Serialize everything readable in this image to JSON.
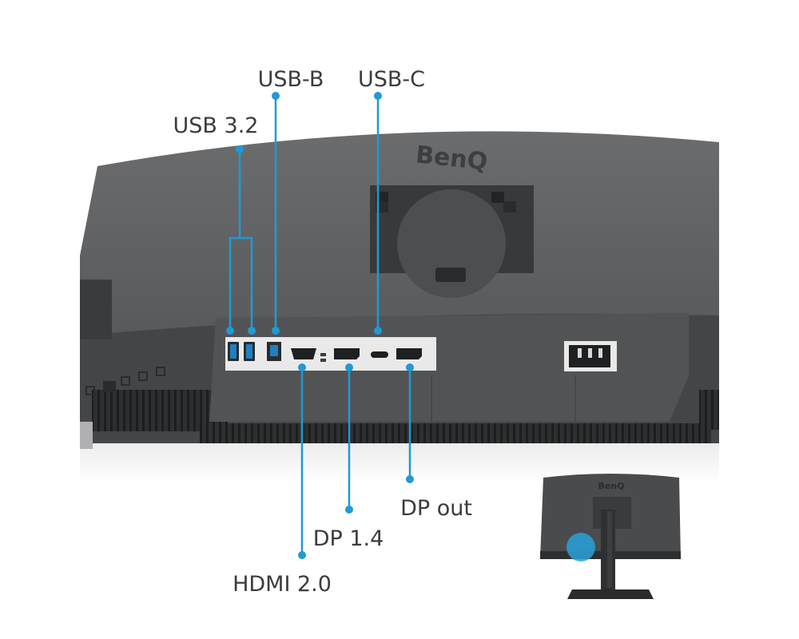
{
  "brand": {
    "logo_text": "BenQ"
  },
  "colors": {
    "callout": "#1f9ad6",
    "label": "#3c3c3c",
    "body": "#5a5b5d",
    "body_dark": "#38393b",
    "panel": "#e9e9e9",
    "highlight_circle": "#2aa0dc"
  },
  "callouts": {
    "usb_b": "USB-B",
    "usb_c": "USB-C",
    "usb_32": "USB 3.2",
    "dp_out": "DP out",
    "dp_14": "DP 1.4",
    "hdmi_20": "HDMI 2.0"
  },
  "icons": {
    "usb_a": "usb-a-port-icon",
    "usb_b": "usb-b-port-icon",
    "hdmi": "hdmi-port-icon",
    "dp": "displayport-icon",
    "usb_c": "usb-c-port-icon",
    "power": "power-socket-icon"
  }
}
